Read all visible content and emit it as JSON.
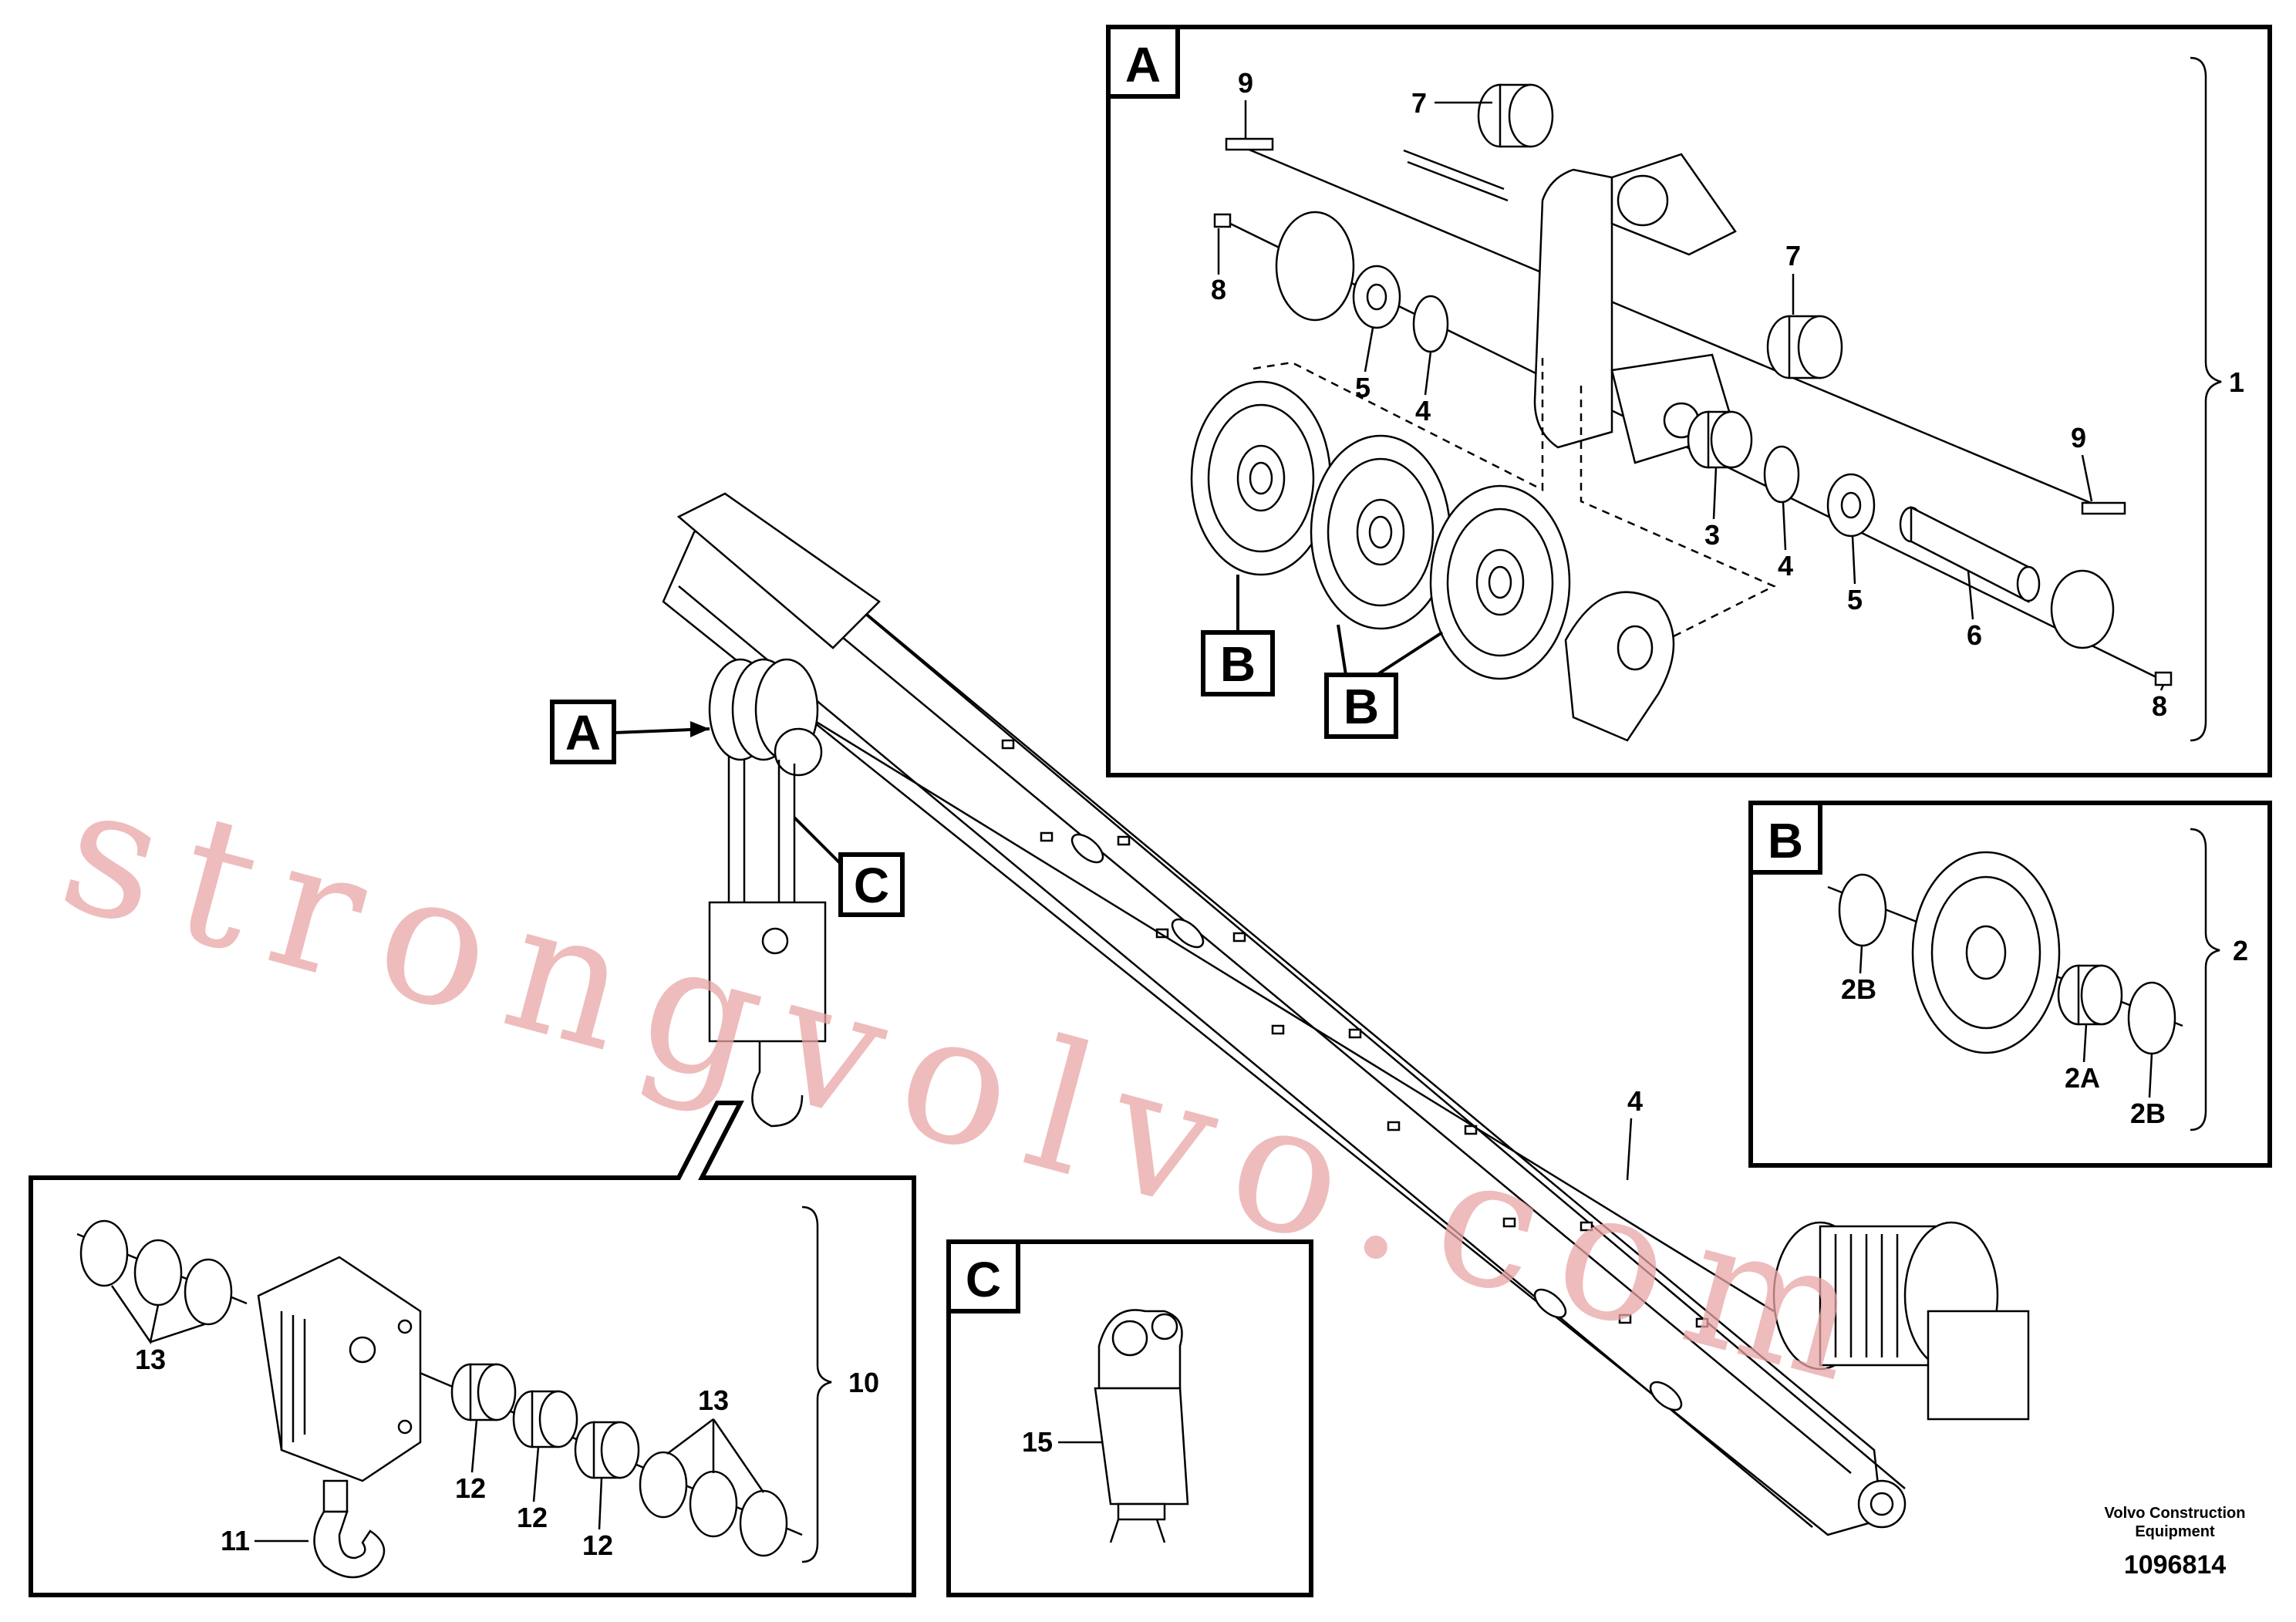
{
  "watermark": "strongvolvo.com",
  "footer": {
    "brand_line1": "Volvo Construction",
    "brand_line2": "Equipment",
    "drawing_number": "1096814"
  },
  "main_view": {
    "detail_tags": [
      "A",
      "C"
    ],
    "callout_4": "4"
  },
  "detail_a": {
    "tag": "A",
    "group_callout": "1",
    "sheave_tags": [
      "B",
      "B"
    ],
    "callouts": {
      "pin_upper": "9",
      "pin_right": "9",
      "bushing_top": "7",
      "bushing_mid": "7",
      "screw_left": "8",
      "screw_right": "8",
      "washer_left": "5",
      "washer_right": "5",
      "ring_left": "4",
      "ring_right": "4",
      "bearing": "3",
      "shaft": "6"
    }
  },
  "detail_b": {
    "tag": "B",
    "group_callout": "2",
    "callouts": {
      "ring_left": "2B",
      "ring_right": "2B",
      "bearing": "2A"
    }
  },
  "detail_c": {
    "tag": "C",
    "callouts": {
      "bracket": "15"
    }
  },
  "detail_hook": {
    "group_callout": "10",
    "callouts": {
      "rings_left": "13",
      "rings_right": "13",
      "hook": "11",
      "bearing_1": "12",
      "bearing_2": "12",
      "bearing_3": "12"
    }
  }
}
